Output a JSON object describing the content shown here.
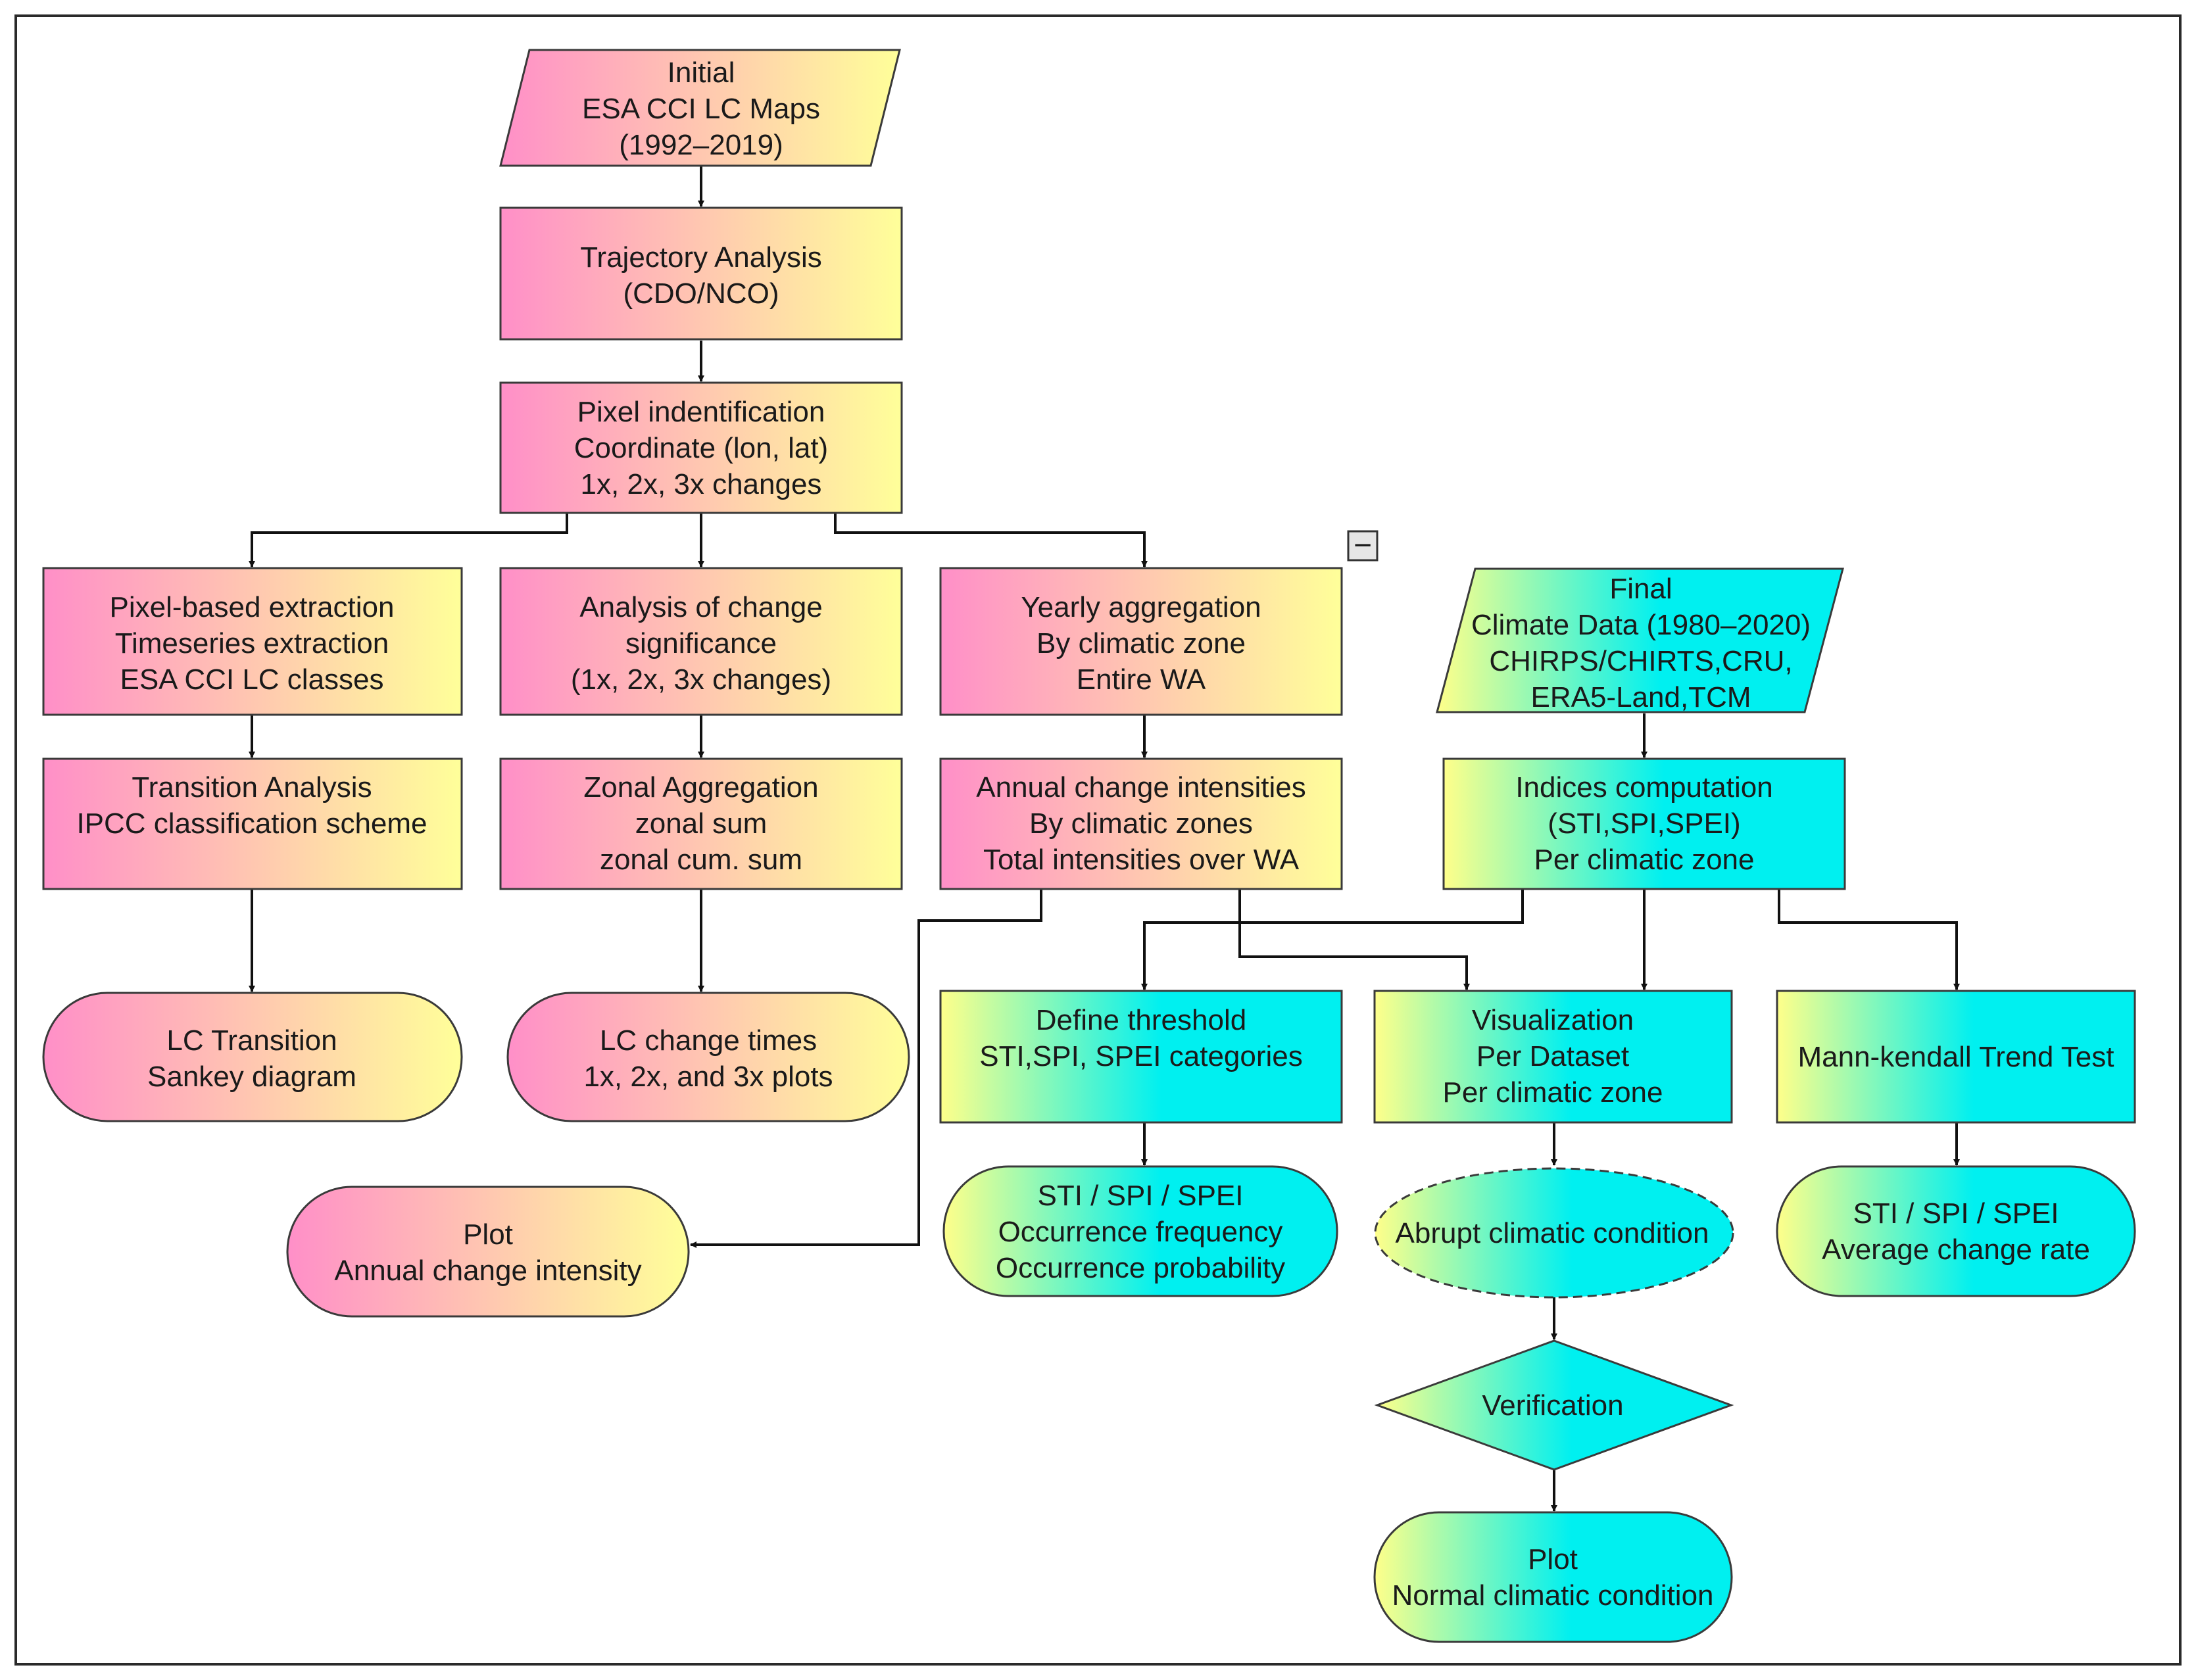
{
  "lc_branch": {
    "initial": [
      "Initial",
      "ESA CCI LC Maps",
      "(1992–2019)"
    ],
    "trajectory": [
      "Trajectory Analysis",
      "(CDO/NCO)"
    ],
    "pixel_id": [
      "Pixel indentification",
      "Coordinate (lon, lat)",
      "1x, 2x, 3x changes"
    ],
    "pixel_extraction": [
      "Pixel-based extraction",
      "Timeseries extraction",
      "ESA CCI LC classes"
    ],
    "change_significance": [
      "Analysis of change",
      "significance",
      "(1x, 2x, 3x changes)"
    ],
    "yearly_aggregation": [
      "Yearly aggregation",
      "By climatic zone",
      "Entire WA"
    ],
    "transition_analysis": [
      "Transition Analysis",
      "IPCC classification scheme"
    ],
    "zonal_aggregation": [
      "Zonal Aggregation",
      "zonal sum",
      "zonal cum. sum"
    ],
    "annual_change": [
      "Annual change intensities",
      "By climatic zones",
      "Total intensities over WA"
    ],
    "lc_transition_out": [
      "LC Transition",
      "Sankey diagram"
    ],
    "lc_change_times_out": [
      "LC change times",
      "1x, 2x, and 3x plots"
    ],
    "plot_annual_out": [
      "Plot",
      "Annual change intensity"
    ]
  },
  "climate_branch": {
    "final": [
      "Final",
      "Climate Data (1980–2020)",
      "CHIRPS/CHIRTS,CRU,",
      "ERA5-Land,TCM"
    ],
    "indices": [
      "Indices computation",
      "(STI,SPI,SPEI)",
      "Per climatic zone"
    ],
    "define_threshold": [
      "Define threshold",
      "STI,SPI, SPEI categories"
    ],
    "visualization": [
      "Visualization",
      "Per Dataset",
      "Per climatic zone"
    ],
    "mann_kendall": [
      "Mann-kendall Trend Test"
    ],
    "occurrence_out": [
      "STI / SPI / SPEI",
      "Occurrence frequency",
      "Occurrence probability"
    ],
    "abrupt": [
      "Abrupt  climatic condition"
    ],
    "average_change_out": [
      "STI / SPI / SPEI",
      "Average change rate"
    ],
    "verification": [
      "Verification"
    ],
    "plot_normal_out": [
      "Plot",
      "Normal climatic condition"
    ]
  },
  "collapse_button": "−",
  "colors": {
    "lc_start": "#ff8fc8",
    "lc_end": "#ffff99",
    "climate_start": "#ffff8a",
    "climate_end": "#00f0f0",
    "stroke": "#3a3a3a",
    "arrow": "#111111"
  }
}
